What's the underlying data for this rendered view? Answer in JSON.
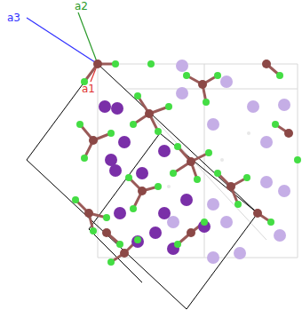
{
  "diagram": {
    "labels": [
      "a3",
      "a2",
      "a1"
    ]
  }
}
